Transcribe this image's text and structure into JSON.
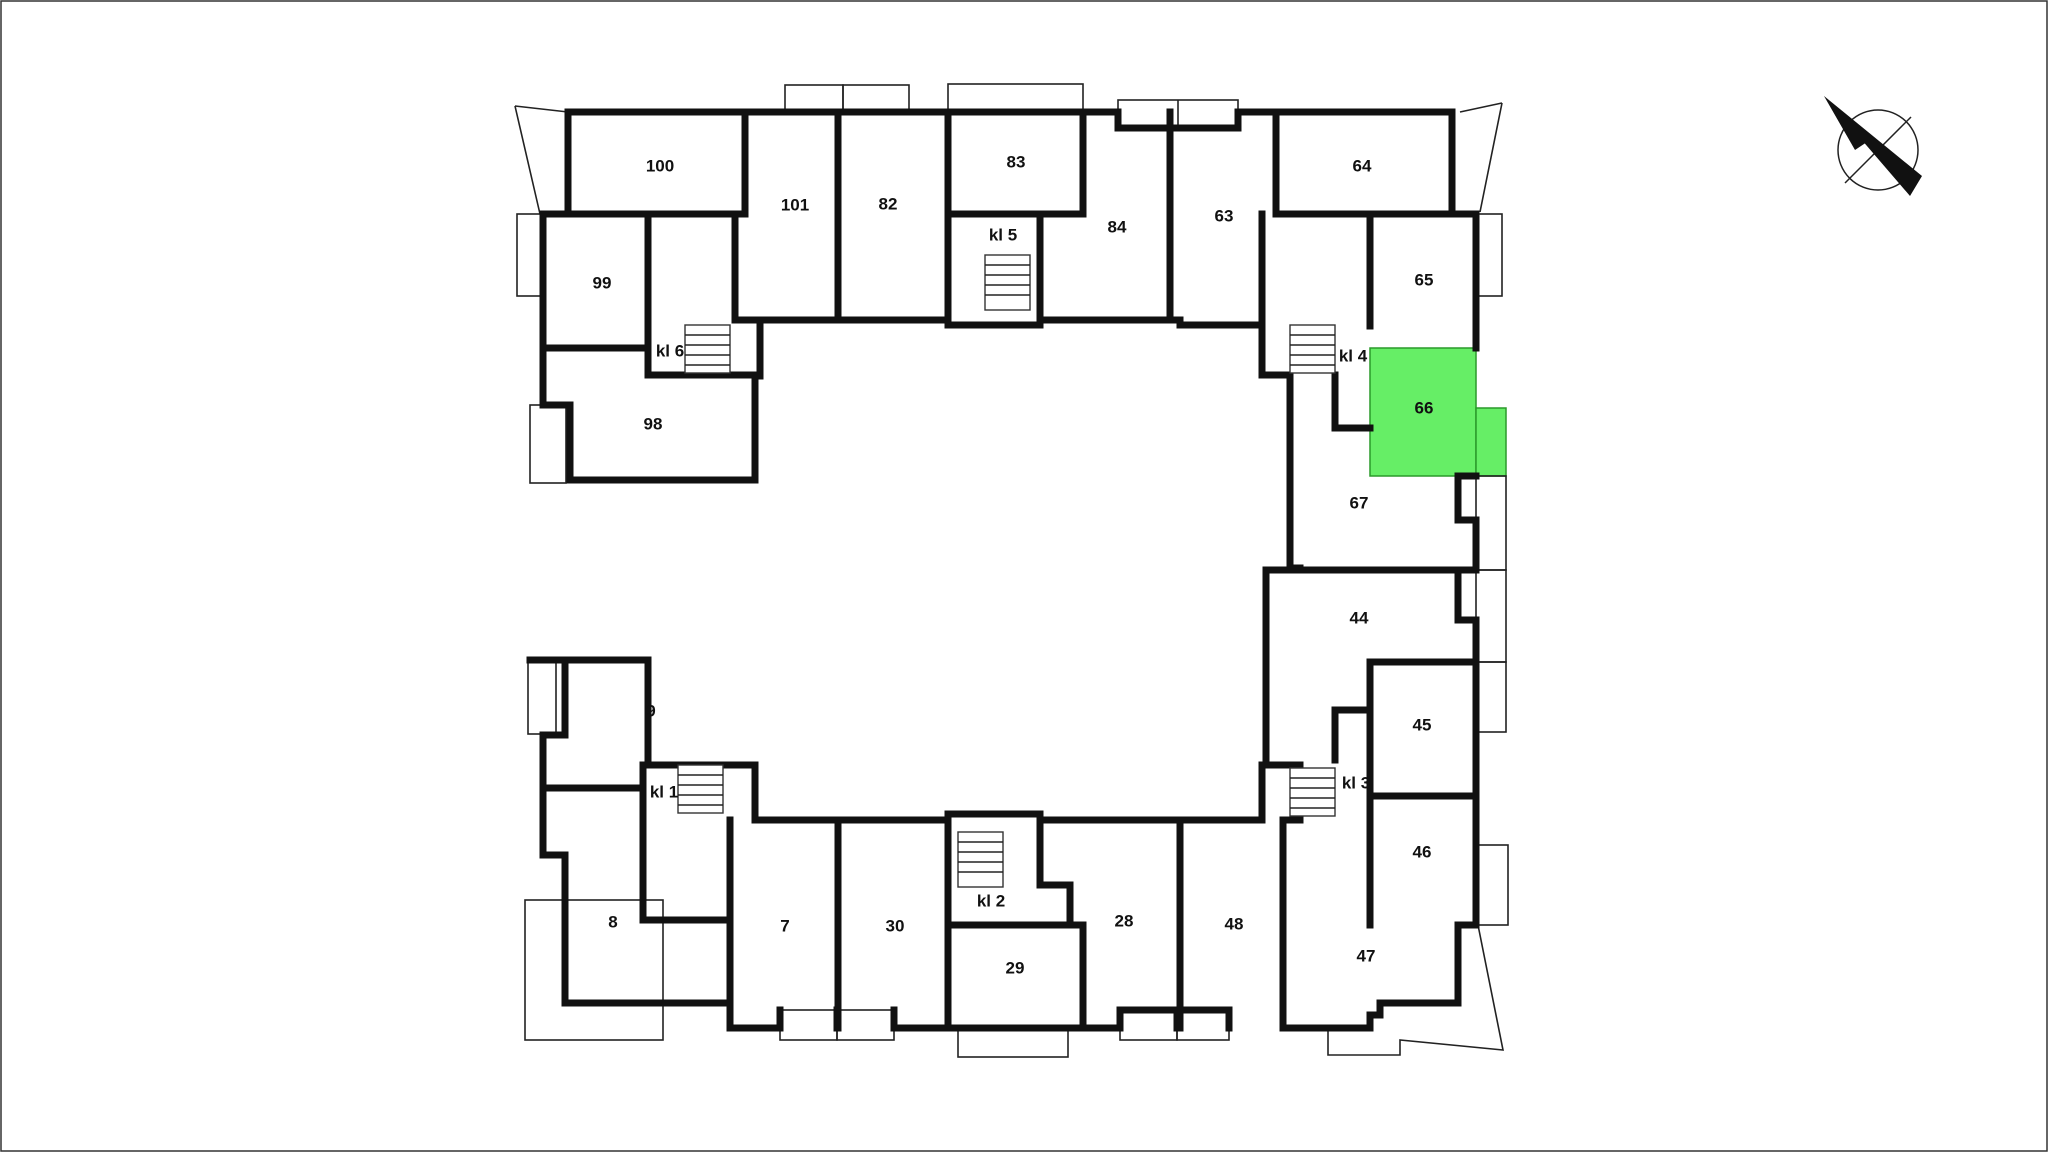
{
  "highlight_color": "#66ee66",
  "highlight_text_color": "#22aa22",
  "units": {
    "u100": "100",
    "u101": "101",
    "u82": "82",
    "u83": "83",
    "u84": "84",
    "u63": "63",
    "u64": "64",
    "u65": "65",
    "u66": "66",
    "u67": "67",
    "u99": "99",
    "u98": "98",
    "u44": "44",
    "u45": "45",
    "u46": "46",
    "u47": "47",
    "u48": "48",
    "u28": "28",
    "u29": "29",
    "u30": "30",
    "u7": "7",
    "u8": "8",
    "u9": "9"
  },
  "selected_unit": "66",
  "staircases": {
    "kl1": "kl 1",
    "kl2": "kl 2",
    "kl3": "kl 3",
    "kl4": "kl 4",
    "kl5": "kl 5",
    "kl6": "kl 6"
  },
  "compass_icon": "north-arrow-icon"
}
